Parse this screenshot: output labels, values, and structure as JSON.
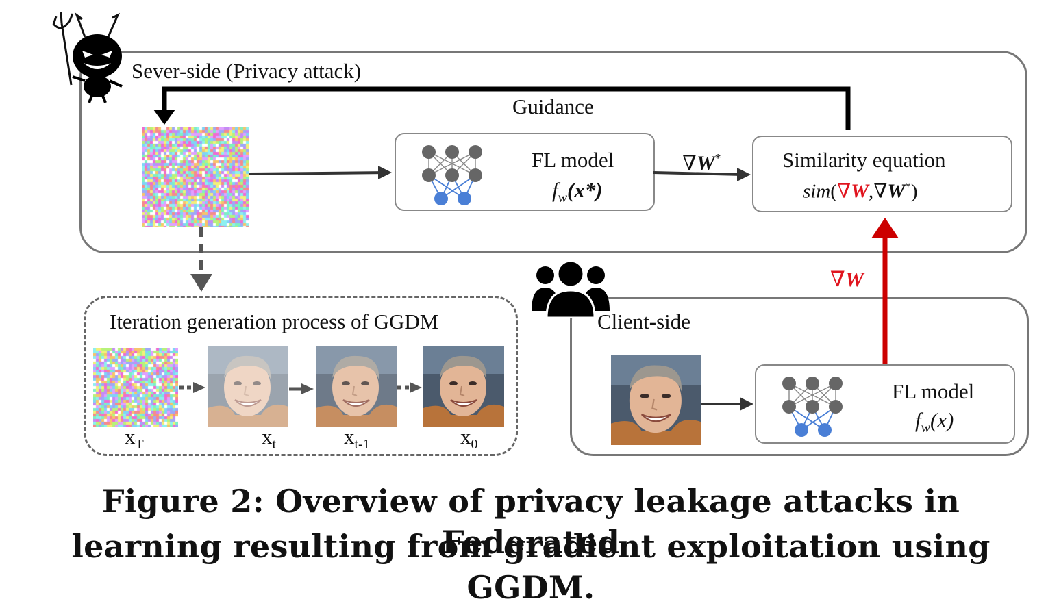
{
  "server": {
    "title": "Sever-side (Privacy attack)",
    "guidance_label": "Guidance"
  },
  "server_model": {
    "title": "FL model",
    "func_f": "f",
    "func_sub": "w",
    "func_arg": "(x*)"
  },
  "gradient_star": {
    "nabla": "∇",
    "w": "W",
    "star": "*"
  },
  "similarity": {
    "title": "Similarity equation",
    "sim": "sim",
    "open": "(",
    "nabla1": "∇",
    "w1": "W",
    "comma": ",",
    "nabla2": "∇",
    "w2": "W",
    "star": "*",
    "close": ")"
  },
  "client": {
    "title": "Client-side",
    "gradient_nabla": "∇",
    "gradient_w": "W"
  },
  "client_model": {
    "title": "FL model",
    "func_f": "f",
    "func_sub": "w",
    "func_arg": "(x)"
  },
  "ggdm": {
    "title": "Iteration generation process of GGDM",
    "steps": [
      {
        "x": "x",
        "sub": "T"
      },
      {
        "x": "x",
        "sub": "t"
      },
      {
        "x": "x",
        "sub": "t-1"
      },
      {
        "x": "x",
        "sub": "0"
      }
    ]
  },
  "caption": {
    "line1": "Figure 2: Overview of privacy leakage attacks in Federated",
    "line2": "learning resulting from gradient exploitation using GGDM."
  },
  "icons": [
    "devil-icon",
    "users-icon",
    "neural-network-icon"
  ],
  "colors": {
    "border": "#777777",
    "arrow": "#333333",
    "gradient_arrow": "#cc0000",
    "node": "#666666",
    "node_blue": "#4a7fd6"
  }
}
